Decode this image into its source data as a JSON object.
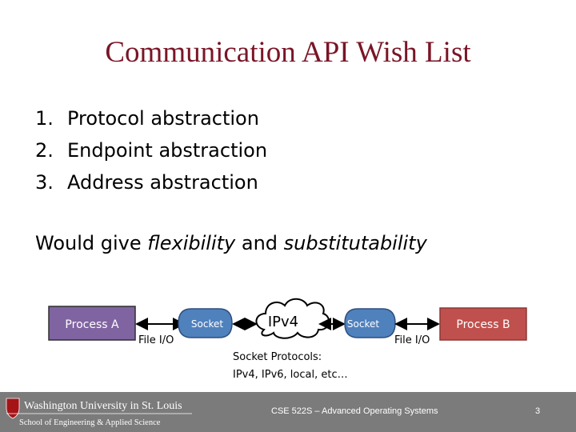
{
  "title": "Communication API Wish List",
  "list": [
    {
      "num": "1.",
      "text": "Protocol abstraction"
    },
    {
      "num": "2.",
      "text": "Endpoint abstraction"
    },
    {
      "num": "3.",
      "text": "Address abstraction"
    }
  ],
  "statement": {
    "prefix": "Would give ",
    "term1": "flexibility",
    "middle": " and ",
    "term2": "substitutability"
  },
  "diagram": {
    "process_a": "Process A",
    "process_b": "Process B",
    "socket_left": "Socket",
    "socket_right": "Socket",
    "protocol": "IPv4",
    "file_io_left": "File I/O",
    "file_io_right": "File I/O",
    "caption_line1": "Socket Protocols:",
    "caption_line2": "IPv4, IPv6, local, etc…"
  },
  "footer": {
    "logo_line1": "Washington University in St. Louis",
    "logo_line2": "School of Engineering & Applied Science",
    "course": "CSE 522S – Advanced Operating Systems",
    "page": "3"
  },
  "colors": {
    "title": "#7a1526",
    "process_a_fill": "#8064a2",
    "process_b_fill": "#c0504d",
    "socket_fill": "#4f81bd",
    "footer_bg": "#7b7b7b"
  }
}
